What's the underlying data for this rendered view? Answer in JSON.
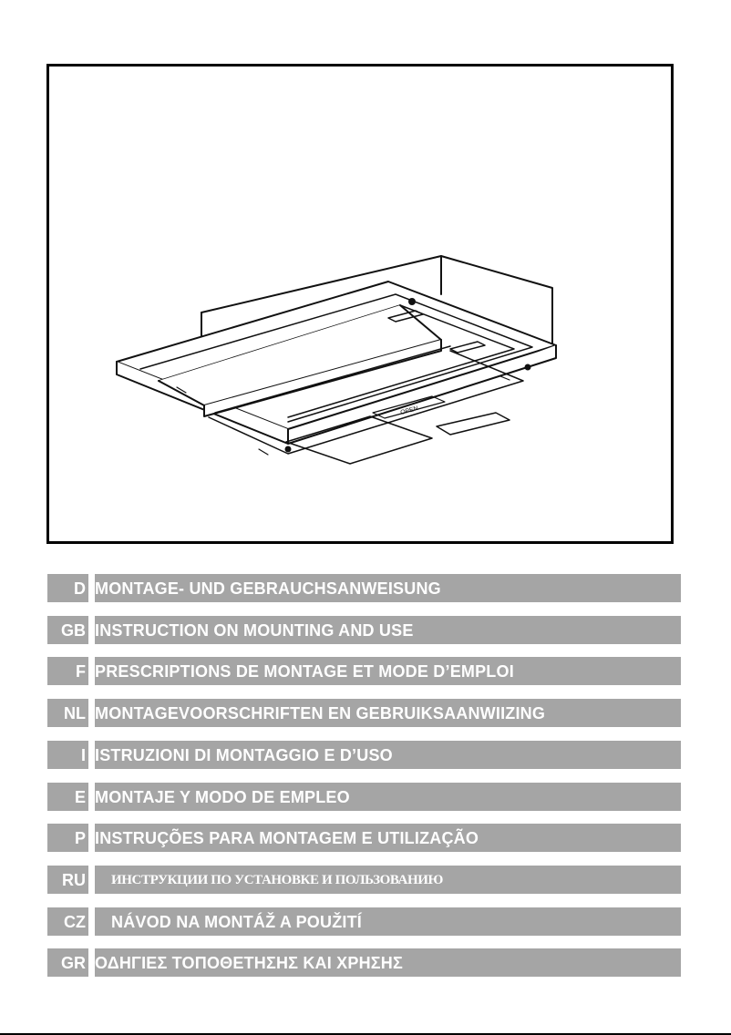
{
  "cover_illustration": {
    "subject": "hood-illustration",
    "panel_label": "OPEN"
  },
  "languages": [
    {
      "code": "D",
      "title": "MONTAGE- UND GEBRAUCHSANWEISUNG"
    },
    {
      "code": "GB",
      "title": "INSTRUCTION ON MOUNTING AND USE"
    },
    {
      "code": "F",
      "title": "PRESCRIPTIONS DE MONTAGE ET MODE D’EMPLOI"
    },
    {
      "code": "NL",
      "title": "MONTAGEVOORSCHRIFTEN EN GEBRUIKSAANWIIZING"
    },
    {
      "code": "I",
      "title": "ISTRUZIONI DI MONTAGGIO E D’USO"
    },
    {
      "code": "E",
      "title": "MONTAJE Y MODO DE EMPLEO"
    },
    {
      "code": "P",
      "title": "INSTRUÇÕES PARA MONTAGEM E UTILIZAÇÃO"
    },
    {
      "code": "RU",
      "title": "ИНСТРУКЦИИ ПО УСТАНОВКЕ И ПОЛЬЗОВАНИЮ"
    },
    {
      "code": "CZ",
      "title": "NÁVOD NA MONTÁŽ A POUŽITÍ"
    },
    {
      "code": "GR",
      "title": "ΟΔΗΓΙΕΣ ΤΟΠΟΘΕΤΗΣΗΣ ΚΑΙ ΧΡΗΣΗΣ"
    }
  ],
  "colors": {
    "band": "#a5a5a5",
    "text": "#ffffff",
    "frame": "#000000"
  }
}
